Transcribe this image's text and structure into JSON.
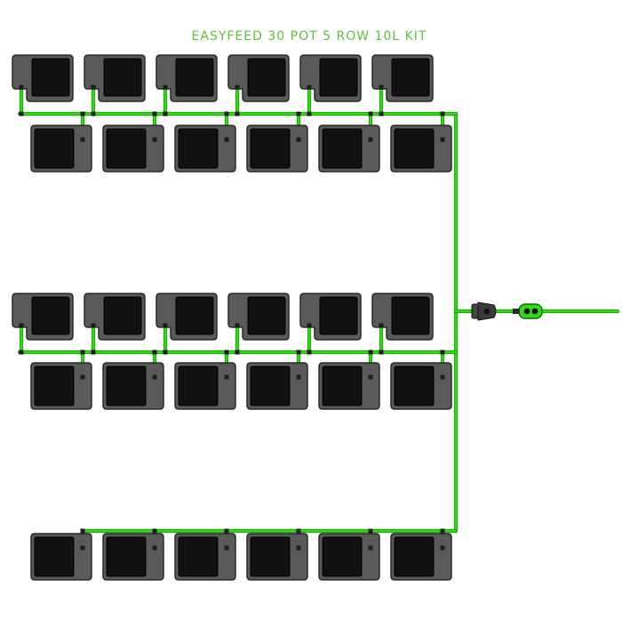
{
  "title": "EASYFEED 30 POT 5 ROW 10L KIT",
  "colors": {
    "tube": "#2edc12",
    "tube_edge": "#1a8f0a",
    "pot_body": "#5a5a5a",
    "pot_edge": "#2a2a2a",
    "pot_top": "#111111",
    "title": "#5ec238",
    "valve": "#2edc12",
    "connector": "#333333"
  },
  "kit": {
    "pot_count": 30,
    "row_count": 5,
    "pots_per_row": 6,
    "pot_size": "10L"
  },
  "icons": {
    "pot": "pot-icon",
    "valve": "valve-icon",
    "connector": "connector-icon"
  }
}
